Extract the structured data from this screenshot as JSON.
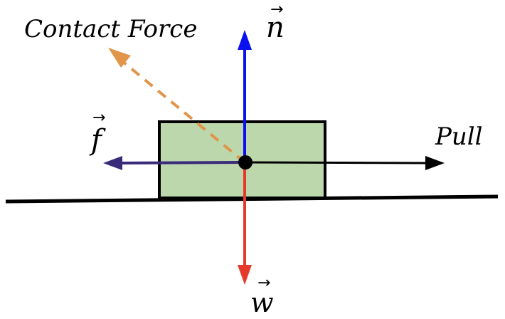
{
  "diagram": {
    "title": "Free-body diagram of a block being pulled along a surface",
    "colors": {
      "block_fill": "#bdd7ad",
      "block_stroke": "#000000",
      "ground": "#000000",
      "normal": "#0a10f0",
      "weight": "#e53a2c",
      "friction": "#3a2a7a",
      "pull": "#000000",
      "contact": "#e0954a",
      "center_dot": "#000000"
    },
    "forces": [
      {
        "id": "normal",
        "label": "n",
        "vector_symbol": "→",
        "direction": "up",
        "style": "solid"
      },
      {
        "id": "weight",
        "label": "w",
        "vector_symbol": "→",
        "direction": "down",
        "style": "solid"
      },
      {
        "id": "friction",
        "label": "f",
        "vector_symbol": "→",
        "direction": "left",
        "style": "solid"
      },
      {
        "id": "pull",
        "label": "Pull",
        "direction": "right",
        "style": "solid"
      },
      {
        "id": "contact",
        "label": "Contact Force",
        "direction": "up-left",
        "style": "dashed"
      }
    ]
  }
}
